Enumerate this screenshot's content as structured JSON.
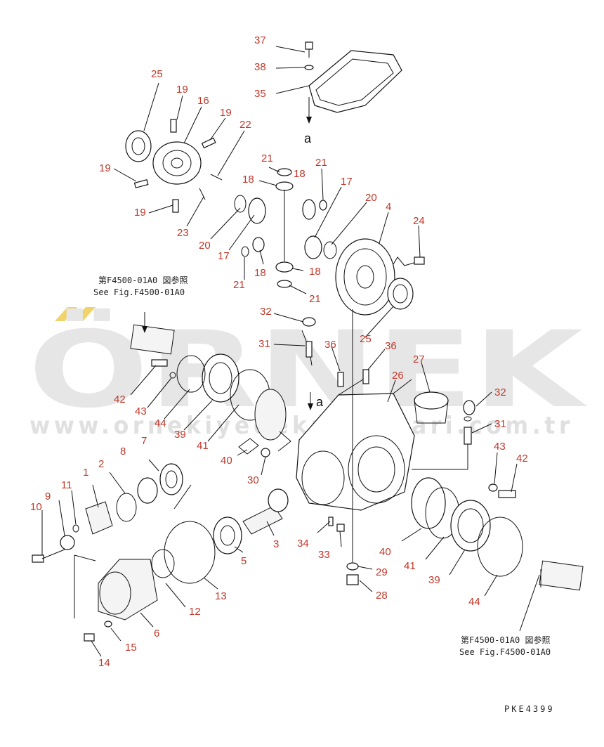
{
  "watermark": {
    "brand": "ÖRNEK",
    "url": "www.ornekiyedekparcalari.com.tr",
    "accent_color": "#f1d36b"
  },
  "view_marks": [
    "a",
    "a"
  ],
  "ref_notes": [
    {
      "jp": "第F4500-01A0 図参照",
      "en": "See Fig.F4500-01A0"
    },
    {
      "jp": "第F4500-01A0 図参照",
      "en": "See Fig.F4500-01A0"
    }
  ],
  "drawing_code": "PKE4399",
  "callouts": [
    "37",
    "38",
    "35",
    "25",
    "19",
    "16",
    "19",
    "22",
    "19",
    "19",
    "23",
    "21",
    "18",
    "18",
    "21",
    "17",
    "20",
    "4",
    "24",
    "20",
    "17",
    "18",
    "18",
    "21",
    "21",
    "32",
    "31",
    "36",
    "36",
    "26",
    "25",
    "27",
    "32",
    "31",
    "42",
    "43",
    "44",
    "39",
    "41",
    "40",
    "30",
    "7",
    "8",
    "2",
    "1",
    "11",
    "9",
    "10",
    "5",
    "3",
    "34",
    "33",
    "29",
    "28",
    "40",
    "41",
    "39",
    "43",
    "42",
    "44",
    "13",
    "12",
    "6",
    "15",
    "14"
  ]
}
